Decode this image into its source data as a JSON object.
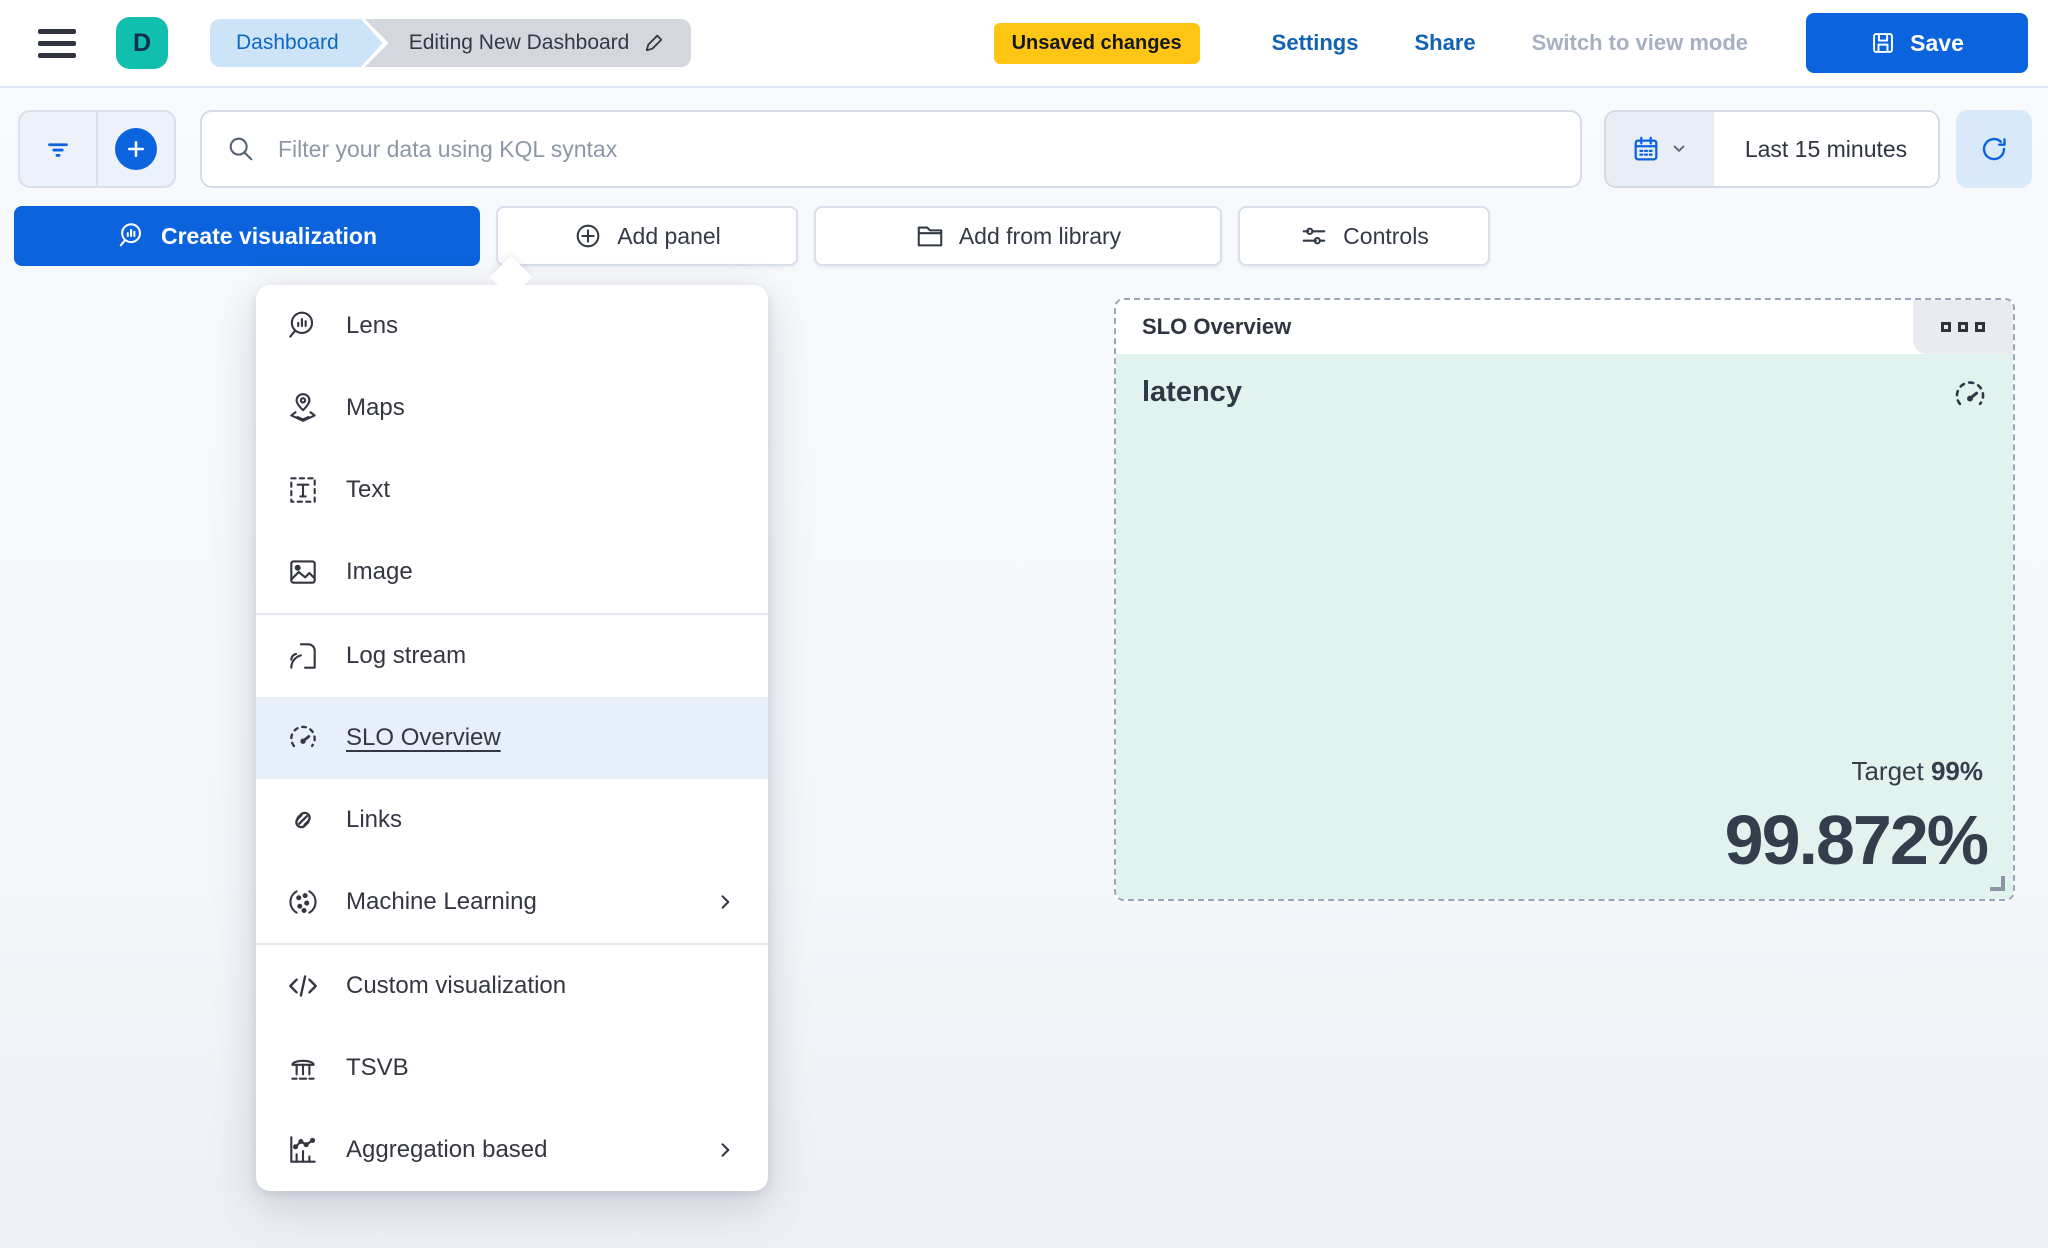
{
  "header": {
    "avatar_initial": "D",
    "breadcrumbs": [
      {
        "label": "Dashboard"
      },
      {
        "label": "Editing New Dashboard"
      }
    ],
    "unsaved_badge": "Unsaved changes",
    "settings_label": "Settings",
    "share_label": "Share",
    "switch_view_label": "Switch to view mode",
    "save_label": "Save"
  },
  "query_bar": {
    "search_placeholder": "Filter your data using KQL syntax",
    "time_range": "Last 15 minutes"
  },
  "toolbar": {
    "create_visualization_label": "Create visualization",
    "add_panel_label": "Add panel",
    "add_from_library_label": "Add from library",
    "controls_label": "Controls"
  },
  "add_panel_menu": {
    "items": [
      {
        "label": "Lens",
        "icon": "lens-icon",
        "has_submenu": false,
        "selected": false
      },
      {
        "label": "Maps",
        "icon": "maps-icon",
        "has_submenu": false,
        "selected": false
      },
      {
        "label": "Text",
        "icon": "text-icon",
        "has_submenu": false,
        "selected": false
      },
      {
        "label": "Image",
        "icon": "image-icon",
        "has_submenu": false,
        "selected": false
      },
      {
        "label": "Log stream",
        "icon": "log-stream-icon",
        "has_submenu": false,
        "selected": false
      },
      {
        "label": "SLO Overview",
        "icon": "gauge-icon",
        "has_submenu": false,
        "selected": true
      },
      {
        "label": "Links",
        "icon": "link-icon",
        "has_submenu": false,
        "selected": false
      },
      {
        "label": "Machine Learning",
        "icon": "machine-learning-icon",
        "has_submenu": true,
        "selected": false
      },
      {
        "label": "Custom visualization",
        "icon": "code-icon",
        "has_submenu": false,
        "selected": false
      },
      {
        "label": "TSVB",
        "icon": "tsvb-icon",
        "has_submenu": false,
        "selected": false
      },
      {
        "label": "Aggregation based",
        "icon": "aggregation-icon",
        "has_submenu": true,
        "selected": false
      }
    ]
  },
  "slo_panel": {
    "title": "SLO Overview",
    "slo_name": "latency",
    "target_label": "Target",
    "target_value": "99%",
    "sli_value": "99.872%"
  },
  "colors": {
    "primary_blue": "#0B64DD",
    "link_blue": "#1262B3",
    "warning_yellow": "#FEC514",
    "avatar_teal": "#10BFAE",
    "healthy_panel_bg": "#E0F3EF",
    "text_dark": "#343741"
  }
}
